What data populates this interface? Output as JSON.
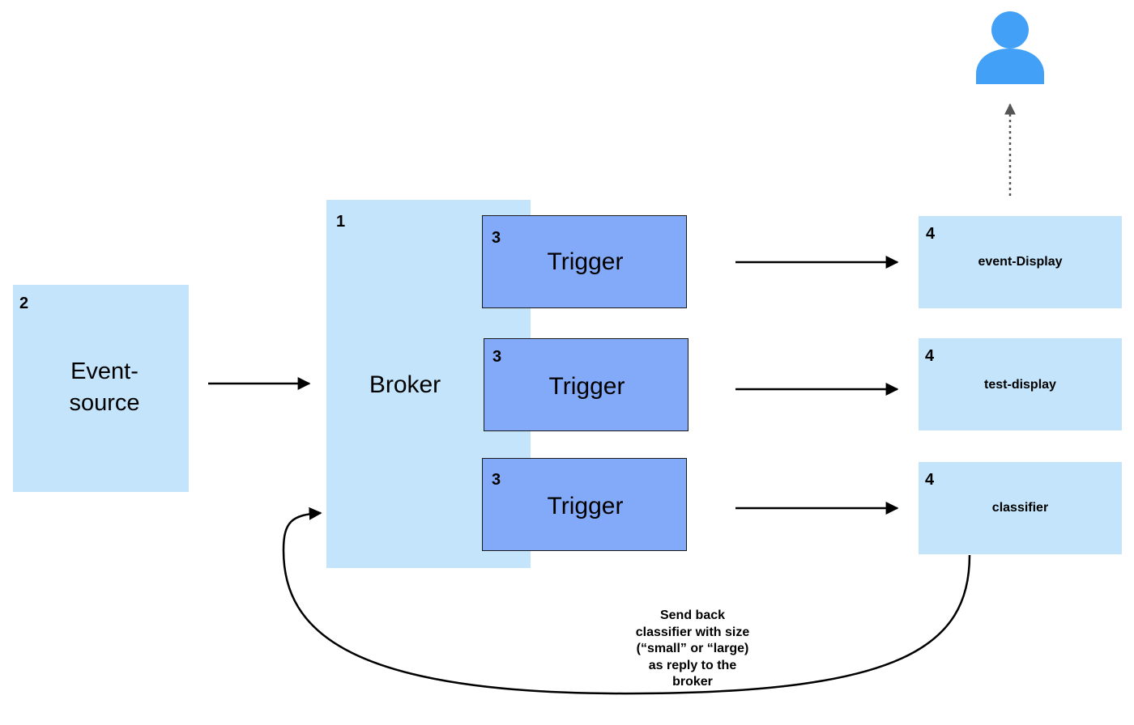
{
  "event_source": {
    "number": "2",
    "label_line1": "Event-",
    "label_line2": "source"
  },
  "broker": {
    "number": "1",
    "label": "Broker"
  },
  "triggers": [
    {
      "number": "3",
      "label": "Trigger"
    },
    {
      "number": "3",
      "label": "Trigger"
    },
    {
      "number": "3",
      "label": "Trigger"
    }
  ],
  "services": [
    {
      "number": "4",
      "label": "event-Display"
    },
    {
      "number": "4",
      "label": "test-display"
    },
    {
      "number": "4",
      "label": "classifier"
    }
  ],
  "reply_caption": {
    "line1": "Send back",
    "line2": "classifier with size",
    "line3": "(“small” or “large)",
    "line4": "as reply to the",
    "line5": "broker"
  },
  "icons": {
    "user": "user-icon"
  },
  "colors": {
    "light_box": "#c3e4fa",
    "trigger_box": "#83aaf8",
    "user_icon": "#42a1f7"
  }
}
